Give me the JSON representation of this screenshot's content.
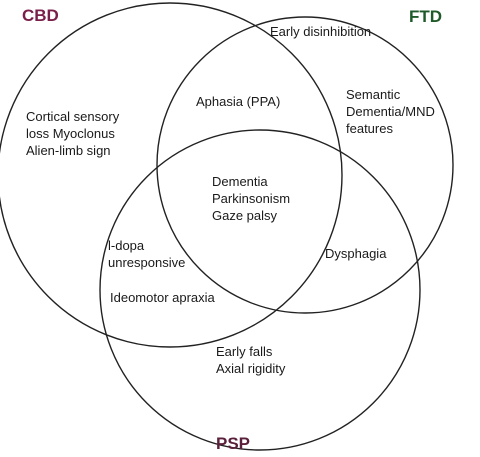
{
  "sets": {
    "cbd": {
      "label": "CBD",
      "color": "#7a1f4a"
    },
    "ftd": {
      "label": "FTD",
      "color": "#1f5a2a"
    },
    "psp": {
      "label": "PSP",
      "color": "#5a1f3a"
    }
  },
  "regions": {
    "cbd_only": [
      "Cortical sensory",
      "loss Myoclonus",
      "Alien-limb sign"
    ],
    "ftd_only_top": [
      "Early disinhibition"
    ],
    "ftd_only": [
      "Semantic",
      "Dementia/MND",
      "features"
    ],
    "cbd_ftd": [
      "Aphasia (PPA)"
    ],
    "all_three": [
      "Dementia",
      "Parkinsonism",
      "Gaze palsy"
    ],
    "cbd_psp": [
      "l-dopa",
      "unresponsive"
    ],
    "cbd_psp_lower": [
      "Ideomotor apraxia"
    ],
    "ftd_psp": [
      "Dysphagia"
    ],
    "psp_only": [
      "Early falls",
      "Axial rigidity"
    ]
  }
}
